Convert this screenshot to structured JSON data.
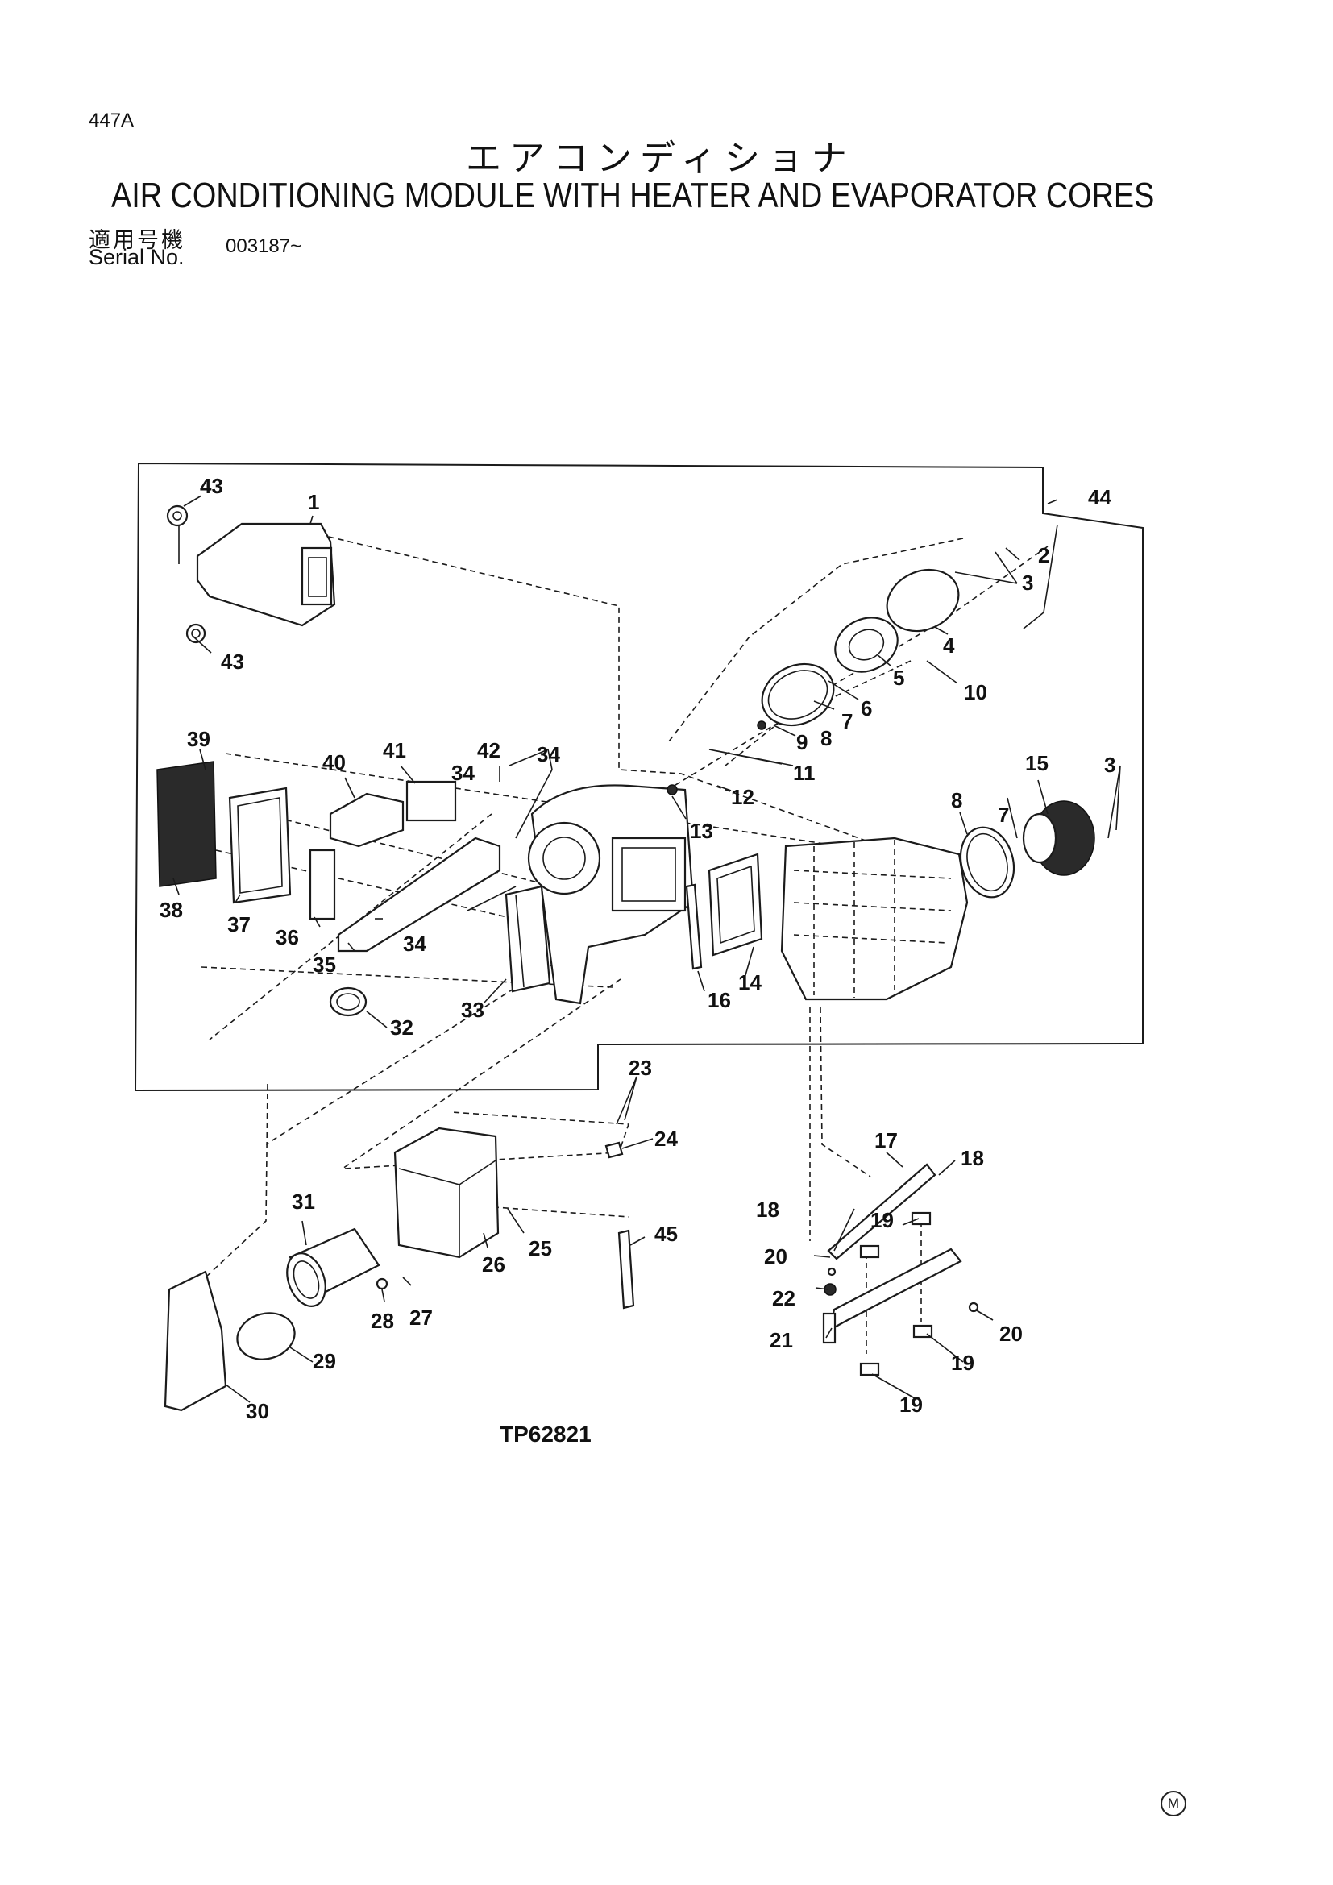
{
  "header": {
    "page_number": "447A",
    "title_jp": "エアコンディショナ",
    "title_en": "AIR CONDITIONING MODULE WITH HEATER AND EVAPORATOR CORES",
    "serial_label_jp": "適用号機",
    "serial_label_en": "Serial No.",
    "serial_value": "003187~"
  },
  "diagram": {
    "figure_id": "TP62821",
    "callouts": [
      "1",
      "2",
      "3",
      "3",
      "4",
      "5",
      "6",
      "7",
      "7",
      "8",
      "8",
      "9",
      "10",
      "11",
      "12",
      "13",
      "14",
      "15",
      "16",
      "17",
      "18",
      "18",
      "19",
      "19",
      "19",
      "20",
      "20",
      "21",
      "22",
      "23",
      "24",
      "25",
      "26",
      "27",
      "28",
      "29",
      "30",
      "31",
      "32",
      "33",
      "34",
      "34",
      "34",
      "35",
      "36",
      "37",
      "38",
      "39",
      "40",
      "41",
      "42",
      "43",
      "43",
      "44",
      "45"
    ]
  },
  "footer": {
    "mark": "M"
  }
}
